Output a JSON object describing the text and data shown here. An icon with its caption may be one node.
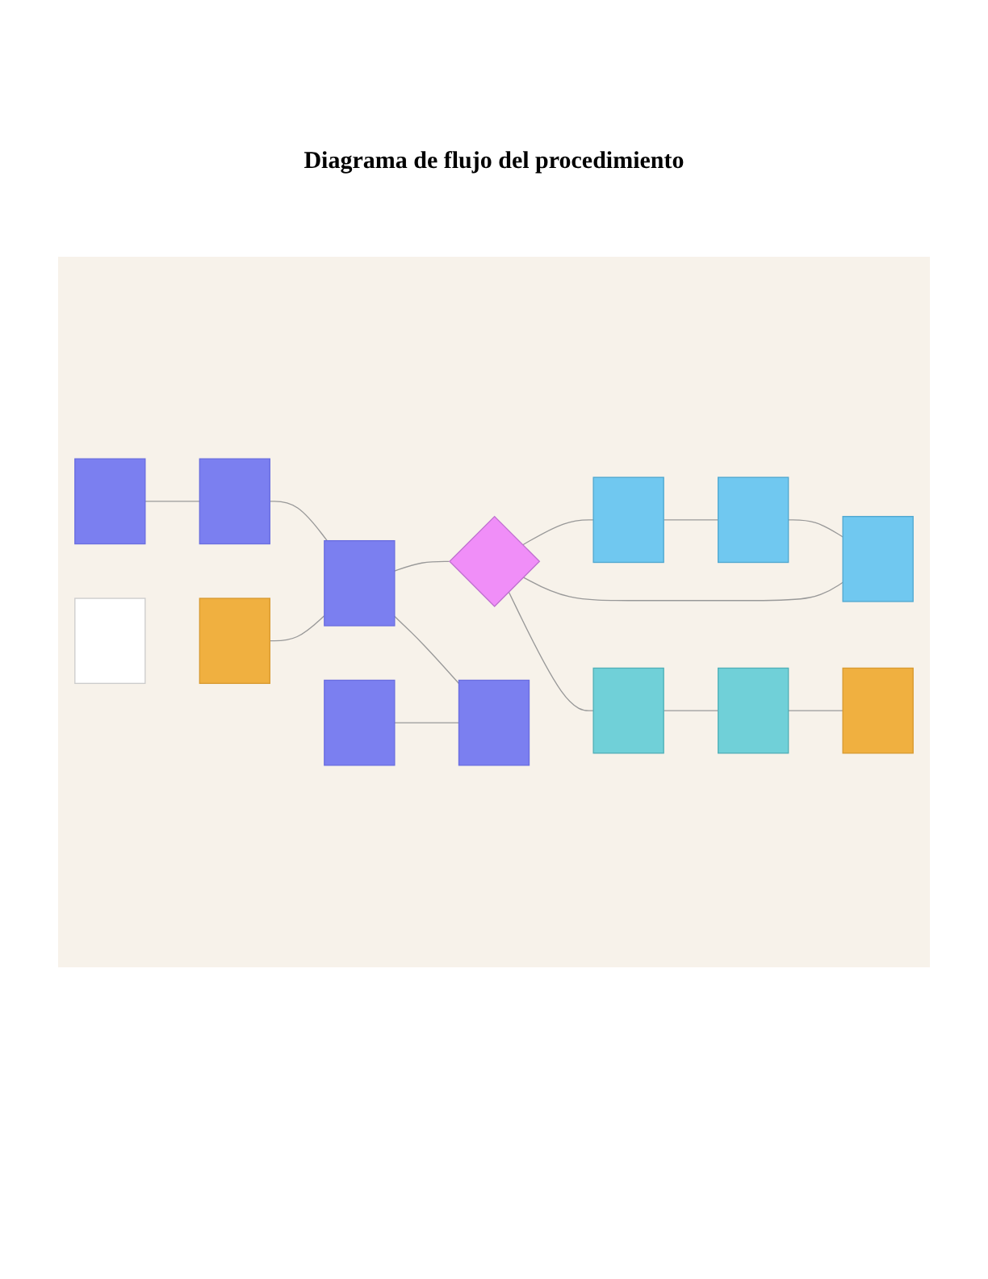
{
  "diagram": {
    "title": "Diagrama de flujo del procedimiento",
    "nodes": [
      {
        "text": [],
        "shape": "box"
      },
      {
        "text": [],
        "shape": "box"
      },
      {
        "text": [],
        "shape": "box"
      },
      {
        "text": [],
        "shape": "box"
      },
      {
        "text": [],
        "shape": "diamond"
      },
      {
        "text": [],
        "shape": "box"
      },
      {
        "text": [],
        "shape": "box"
      },
      {
        "text": [],
        "shape": "box"
      },
      {
        "text": [],
        "shape": "box"
      },
      {
        "text": [],
        "shape": "box"
      },
      {
        "text": [],
        "shape": "box"
      },
      {
        "text": [],
        "shape": "box"
      },
      {
        "text": [],
        "shape": "box"
      },
      {
        "text": [],
        "shape": "box"
      }
    ],
    "edges": [
      {
        "from": 0,
        "to": 1,
        "arrow": "none"
      },
      {
        "from": 1,
        "to": 3,
        "arrow": "none"
      },
      {
        "from": 2,
        "to": 3,
        "arrow": "none"
      },
      {
        "from": 3,
        "to": 4,
        "arrow": "none"
      },
      {
        "from": 3,
        "to": 9,
        "arrow": "none"
      },
      {
        "from": 8,
        "to": 9,
        "arrow": "none"
      },
      {
        "from": 4,
        "to": 5,
        "arrow": "none"
      },
      {
        "from": 5,
        "to": 6,
        "arrow": "none"
      },
      {
        "from": 6,
        "to": 7,
        "arrow": "none"
      },
      {
        "from": 4,
        "to": 7,
        "arrow": "none"
      },
      {
        "from": 4,
        "to": 10,
        "arrow": "none"
      },
      {
        "from": 10,
        "to": 11,
        "arrow": "none"
      },
      {
        "from": 11,
        "to": 12,
        "arrow": "none"
      }
    ]
  }
}
